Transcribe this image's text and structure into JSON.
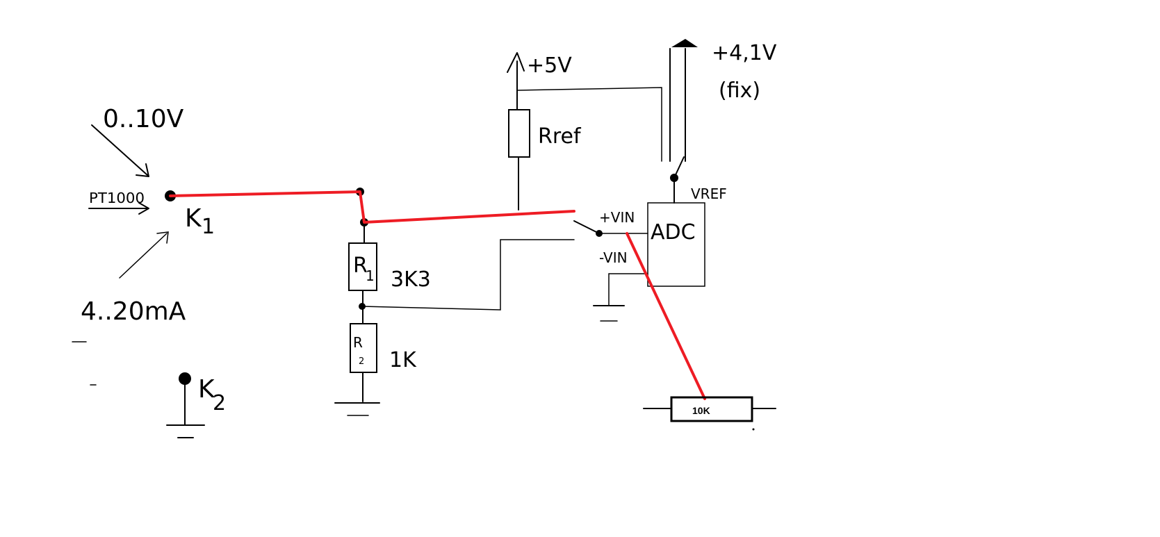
{
  "input": {
    "voltage_label": "0..10V",
    "sensor_label": "PT1000",
    "current_label": "4..20mA",
    "terminal_1": "K",
    "terminal_1_sub": "1",
    "terminal_2": "K",
    "terminal_2_sub": "2"
  },
  "supply": {
    "plus5v_label": "+5V",
    "vref_supply_label": "+4,1V",
    "vref_supply_note": "(fix)"
  },
  "components": {
    "rref_label": "Rref",
    "r1_symbol": "R",
    "r1_sub": "1",
    "r1_value": "3K3",
    "r2_symbol": "R",
    "r2_sub": "2",
    "r2_value": "1K",
    "added_resistor_value": "10K"
  },
  "adc": {
    "name": "ADC",
    "vref_pin": "VREF",
    "vin_plus_pin": "+VIN",
    "vin_minus_pin": "-VIN"
  },
  "colors": {
    "ink": "#000000",
    "correction": "#ee1c24",
    "background": "#ffffff"
  }
}
